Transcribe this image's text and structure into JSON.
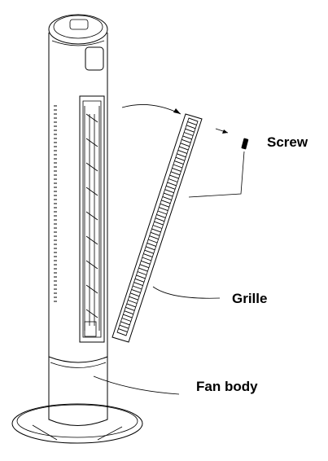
{
  "labels": {
    "screw": "Screw",
    "grille": "Grille",
    "fan_body": "Fan body"
  },
  "colors": {
    "ink": "#000000",
    "background": "#ffffff"
  }
}
